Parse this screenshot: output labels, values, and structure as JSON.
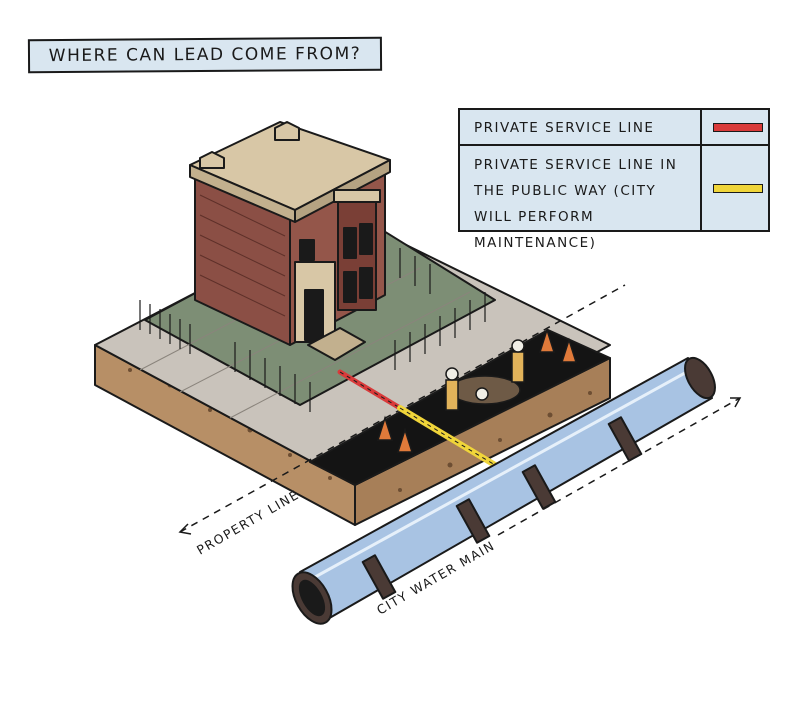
{
  "title": "Where can lead come from?",
  "legend": {
    "items": [
      {
        "label": "Private service line",
        "color": "#d93a3a"
      },
      {
        "label": "Private service line in the public way (city will perform maintenance)",
        "color": "#f0d53a"
      }
    ]
  },
  "labels": {
    "property_line": "Property line",
    "city_water_main": "City water main"
  },
  "colors": {
    "background": "#ffffff",
    "panel": "#d9e6f0",
    "sidewalk": "#c9c3bb",
    "soil": "#b78f66",
    "road": "#141414",
    "grass": "#7d8e75",
    "brick": "#8b4f45",
    "trim": "#d8c7a6",
    "pipe": "#a8c3e3",
    "pipe_ring": "#4a3a35",
    "cone": "#e07a3a"
  }
}
